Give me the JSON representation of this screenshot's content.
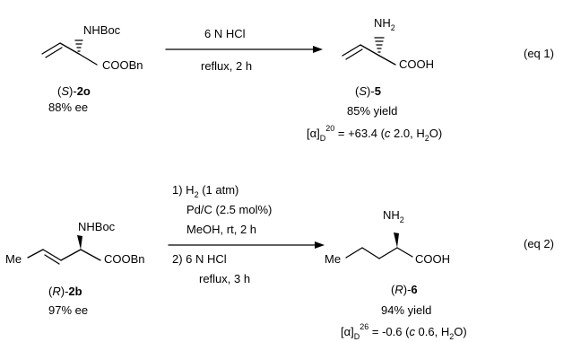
{
  "eq1": {
    "reactant": {
      "group": "NHBoc",
      "ester": "COOBn",
      "label_stereo": "S",
      "label_compound": "2o",
      "ee": "88% ee"
    },
    "conditions": {
      "reagent": "6 N HCl",
      "condition": "reflux, 2 h"
    },
    "product": {
      "amine_base": "NH",
      "amine_sub": "2",
      "acid": "COOH",
      "label_stereo": "S",
      "label_compound": "5",
      "yield": "85% yield",
      "rotation_symbol": "[α]",
      "rotation_sub": "D",
      "rotation_sup": "20",
      "rotation_value_pre": " = +63.4 (",
      "rotation_c": "c",
      "rotation_value_post": " 2.0, H",
      "rotation_h2o_sub": "2",
      "rotation_end": "O)"
    },
    "tag": "(eq 1)"
  },
  "eq2": {
    "reactant": {
      "group": "NHBoc",
      "ester": "COOBn",
      "methyl": "Me",
      "label_stereo": "R",
      "label_compound": "2b",
      "ee": "97% ee"
    },
    "conditions": {
      "step1_prefix": "1) H",
      "step1_sub": "2",
      "step1_suffix": " (1 atm)",
      "step1_catalyst": "Pd/C (2.5 mol%)",
      "step1_solvent": "MeOH, rt, 2 h",
      "step2": "2) 6 N HCl",
      "step2_condition": "reflux, 3 h"
    },
    "product": {
      "amine_base": "NH",
      "amine_sub": "2",
      "acid": "COOH",
      "methyl": "Me",
      "label_stereo": "R",
      "label_compound": "6",
      "yield": "94% yield",
      "rotation_symbol": "[α]",
      "rotation_sub": "D",
      "rotation_sup": "26",
      "rotation_value_pre": " =  -0.6 (",
      "rotation_c": "c",
      "rotation_value_post": " 0.6, H",
      "rotation_h2o_sub": "2",
      "rotation_end": "O)"
    },
    "tag": "(eq 2)"
  }
}
